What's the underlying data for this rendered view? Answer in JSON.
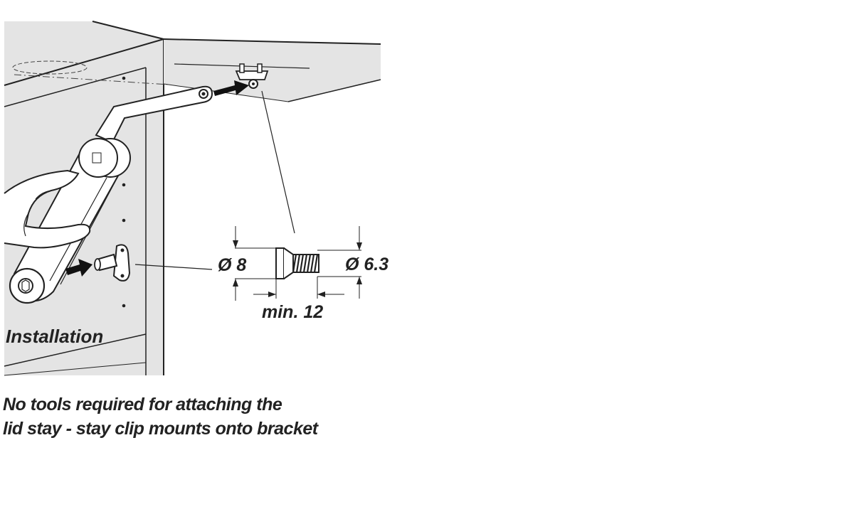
{
  "figure": {
    "installation_label": "Installation",
    "dim_diameter_head": "Ø 8",
    "dim_diameter_thread": "Ø 6.3",
    "dim_length": "min. 12"
  },
  "caption": {
    "line1": "No tools required for attaching the",
    "line2": "lid stay - stay clip mounts onto bracket"
  },
  "colors": {
    "line": "#222222",
    "panel_fill": "#e6e6e6",
    "panel_shade": "#d4d4d4",
    "arm_fill": "#ffffff"
  }
}
